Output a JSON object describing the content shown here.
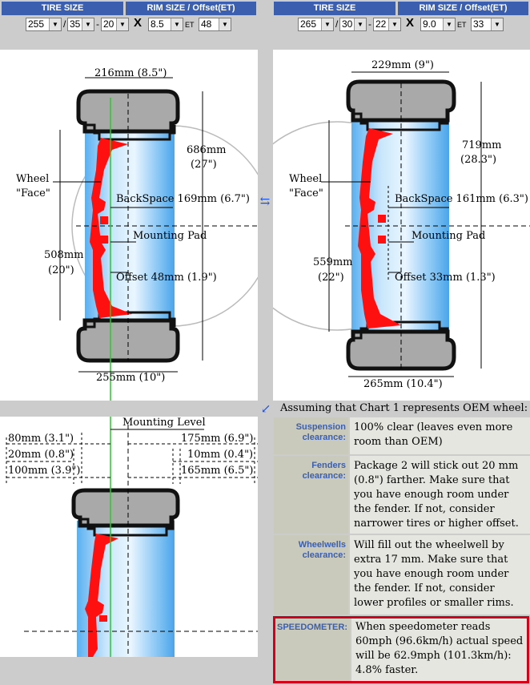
{
  "selectors": [
    {
      "tire_size_label": "TIRE SIZE",
      "rim_size_label": "RIM SIZE / Offset(ET)",
      "width": "255",
      "aspect": "35",
      "rim": "20",
      "times": "X",
      "rim_width": "8.5",
      "et_label": "ET",
      "offset": "48",
      "slash": "/",
      "dash": "-"
    },
    {
      "tire_size_label": "TIRE SIZE",
      "rim_size_label": "RIM SIZE / Offset(ET)",
      "width": "265",
      "aspect": "30",
      "rim": "22",
      "times": "X",
      "rim_width": "9.0",
      "et_label": "ET",
      "offset": "33",
      "slash": "/",
      "dash": "-"
    }
  ],
  "charts": [
    {
      "rim_width": "216mm (8.5\")",
      "overall_diameter_mm": "686mm",
      "overall_diameter_in": "(27\")",
      "wheel_face_1": "Wheel",
      "wheel_face_2": "\"Face\"",
      "backspace": "BackSpace 169mm (6.7\")",
      "mounting_pad": "Mounting Pad",
      "rim_diameter_mm": "508mm",
      "rim_diameter_in": "(20\")",
      "offset": "Offset 48mm (1.9\")",
      "section_width": "255mm (10\")"
    },
    {
      "rim_width": "229mm (9\")",
      "overall_diameter_mm": "719mm",
      "overall_diameter_in": "(28.3\")",
      "wheel_face_1": "Wheel",
      "wheel_face_2": "\"Face\"",
      "backspace": "BackSpace 161mm (6.3\")",
      "mounting_pad": "Mounting Pad",
      "rim_diameter_mm": "559mm",
      "rim_diameter_in": "(22\")",
      "offset": "Offset 33mm (1.3\")",
      "section_width": "265mm (10.4\")"
    }
  ],
  "swap_icon": "swap-arrows-icon",
  "pointer_icon": "down-left-arrow-icon",
  "assumption": "Assuming that Chart 1 represents OEM wheel:",
  "compare": {
    "mounting_level": "Mounting Level",
    "left": [
      "80mm (3.1\")",
      "20mm (0.8\")",
      "100mm (3.9\")"
    ],
    "right": [
      "175mm (6.9\")",
      "10mm (0.4\")",
      "165mm (6.5\")"
    ]
  },
  "clearance": [
    {
      "label": "Suspension clearance:",
      "text": "100% clear (leaves even more room than OEM)"
    },
    {
      "label": "Fenders clearance:",
      "text": "Package 2 will stick out 20 mm (0.8\") farther. Make sure that you have enough room under the fender. If not, consider narrower tires or higher offset."
    },
    {
      "label": "Wheelwells clearance:",
      "text": "Will fill out the wheelwell by extra 17 mm. Make sure that you have enough room under the fender. If not, consider lower profiles or smaller rims."
    },
    {
      "label": "SPEEDOMETER:",
      "text": "When speedometer reads 60mph (96.6km/h) actual speed will be 62.9mph (101.3km/h): 4.8% faster."
    }
  ],
  "colors": {
    "header": "#3b5fae",
    "highlight_border": "#d0021b",
    "spoke": "#ff0000",
    "tread": "#a9a9a9"
  }
}
